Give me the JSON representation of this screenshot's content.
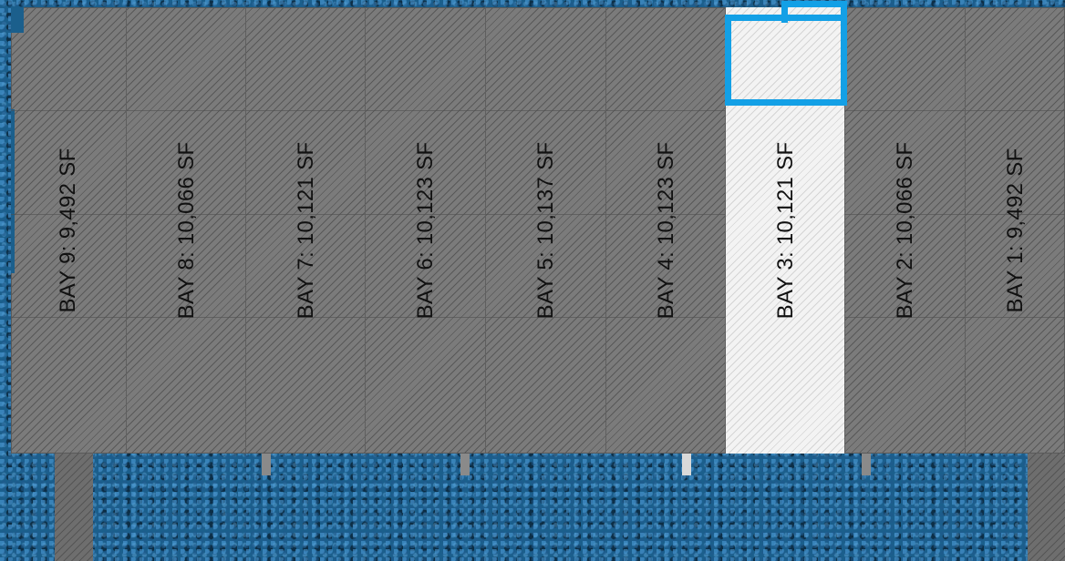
{
  "plan": {
    "accent_color": "#13a0e6",
    "highlight_color": "#f3f3f3",
    "building_color": "#7b7b7b",
    "selected_bay": "BAY 3",
    "bays": [
      {
        "label": "BAY 9: 9,492 SF"
      },
      {
        "label": "BAY 8: 10,066 SF"
      },
      {
        "label": "BAY 7: 10,121 SF"
      },
      {
        "label": "BAY 6: 10,123 SF"
      },
      {
        "label": "BAY 5: 10,137 SF"
      },
      {
        "label": "BAY 4: 10,123 SF"
      },
      {
        "label": "BAY 3: 10,121 SF"
      },
      {
        "label": "BAY 2: 10,066 SF"
      },
      {
        "label": "BAY 1: 9,492 SF"
      }
    ]
  }
}
